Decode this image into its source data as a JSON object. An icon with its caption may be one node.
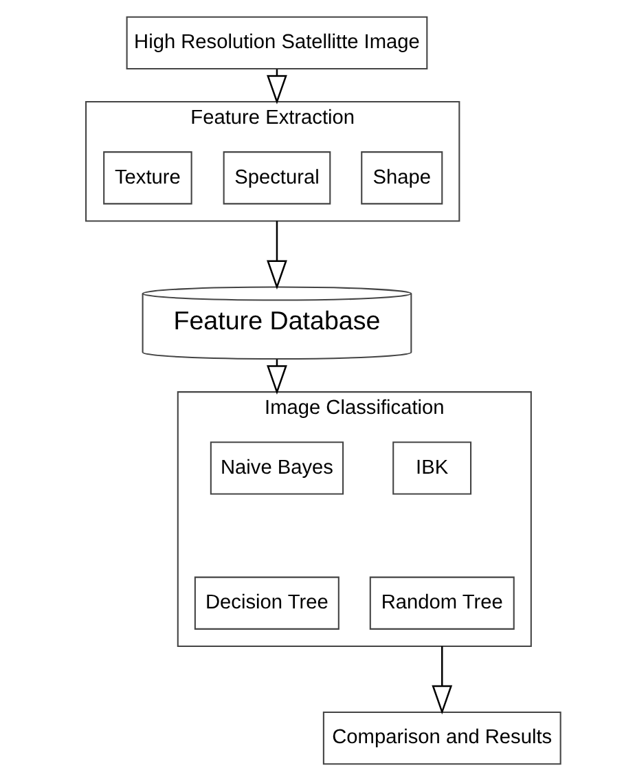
{
  "diagram": {
    "nodes": [
      {
        "text": [
          "High Resolution Satellitte Image"
        ]
      },
      {
        "text": [
          "Feature Extraction"
        ]
      },
      {
        "text": [
          "Texture"
        ],
        "in": 1
      },
      {
        "text": [
          "Spectural"
        ],
        "in": 1
      },
      {
        "text": [
          "Shape"
        ],
        "in": 1
      },
      {
        "text": [
          "Feature Database"
        ]
      },
      {
        "text": [
          "Image Classification"
        ]
      },
      {
        "text": [
          "Naive Bayes"
        ],
        "in": 6
      },
      {
        "text": [
          "IBK"
        ],
        "in": 6
      },
      {
        "text": [
          "Decision Tree"
        ],
        "in": 6
      },
      {
        "text": [
          "Random Tree"
        ],
        "in": 6
      },
      {
        "text": [
          "Comparison and Results"
        ]
      }
    ],
    "edges": [
      {
        "from": 0,
        "to": 1,
        "arrow": "to"
      },
      {
        "from": 1,
        "to": 5,
        "arrow": "to"
      },
      {
        "from": 5,
        "to": 6,
        "arrow": "to"
      },
      {
        "from": 6,
        "to": 11,
        "arrow": "to"
      }
    ]
  }
}
